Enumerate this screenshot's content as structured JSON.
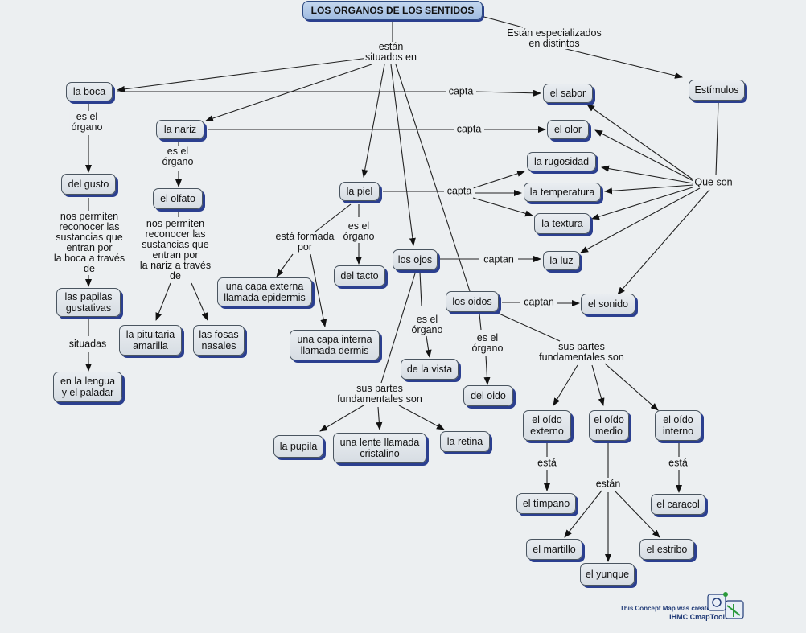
{
  "title": "LOS ORGANOS DE LOS SENTIDOS",
  "nodes": {
    "title": "LOS ORGANOS DE LOS SENTIDOS",
    "estimulos": "Estímulos",
    "boca": "la boca",
    "sabor": "el sabor",
    "nariz": "la nariz",
    "olor": "el olor",
    "rugosidad": "la rugosidad",
    "temperatura": "la temperatura",
    "textura": "la textura",
    "piel": "la piel",
    "gusto": "del gusto",
    "olfato": "el olfato",
    "ojos": "los ojos",
    "luz": "la luz",
    "oidos": "los oidos",
    "sonido": "el sonido",
    "papilas": "las papilas\ngustativas",
    "epidermis": "una capa externa\nllamada epidermis",
    "tacto": "del tacto",
    "dermis": "una capa interna\nllamada dermis",
    "pituitaria": "la pituitaria\namarilla",
    "fosas": "las fosas\nnasales",
    "lengua": "en la lengua\ny el paladar",
    "vista": "de la vista",
    "oido": "del oido",
    "pupila": "la pupila",
    "cristalino": "una lente llamada\ncristalino",
    "retina": "la retina",
    "externo": "el oído\nexterno",
    "medio": "el oído\nmedio",
    "interno": "el oído\ninterno",
    "timpano": "el tímpano",
    "caracol": "el caracol",
    "martillo": "el martillo",
    "estribo": "el estribo",
    "yunque": "el yunque"
  },
  "links": {
    "situados": "están\nsituados en",
    "especializados": "Están especializados\nen distintos",
    "capta_boca": "capta",
    "capta_nariz": "capta",
    "capta_piel": "capta",
    "captan_ojos": "captan",
    "captan_oidos": "captan",
    "queson": "Que son",
    "esorgano_boca": "es el\nórgano",
    "esorgano_nariz": "es el\nórgano",
    "esorgano_piel": "es el\nórgano",
    "esorgano_ojos": "es el\nórgano",
    "esorgano_oidos": "es el\nórgano",
    "formada": "está formada\npor",
    "permiten_boca": "nos permiten\nreconocer las\nsustancias que\nentran por\nla boca a través\nde",
    "permiten_nariz": "nos permiten\nreconocer las\nsustancias que\nentran por\nla nariz a través\nde",
    "situadas": "situadas",
    "partes_ojos": "sus partes\nfundamentales son",
    "partes_oidos": "sus partes\nfundamentales son",
    "esta_externo": "está",
    "esta_interno": "está",
    "estan_medio": "están"
  },
  "credit": {
    "line1": "This Concept Map was created with",
    "line2": "IHMC CmapTools"
  }
}
